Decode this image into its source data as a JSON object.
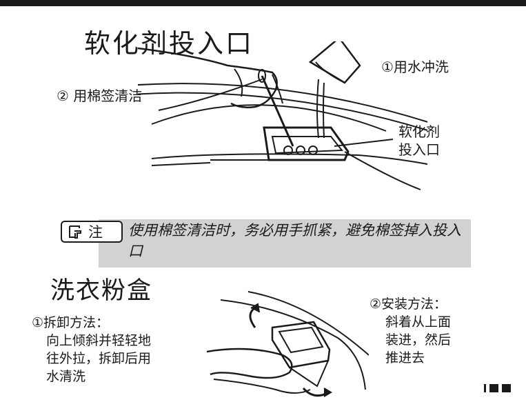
{
  "softener": {
    "title": "软化剂投入口",
    "callout_wash": "①用水冲洗",
    "callout_swab": "②  用棉签清洁",
    "callout_inlet": "软化剂\n投入口"
  },
  "note": {
    "badge": "注",
    "text": "使用棉签清洁时，务必用手抓紧，避免棉签掉入投入口"
  },
  "detergent_box": {
    "title": "洗衣粉盒",
    "remove_heading": "①拆卸方法：",
    "remove_lines": [
      "向上倾斜并轻轻地",
      "往外拉，拆卸后用",
      "水清洗"
    ],
    "install_heading": "②安装方法：",
    "install_lines": [
      "斜着从上面",
      "装进，然后",
      "推进去"
    ]
  },
  "colors": {
    "ink": "#1a1a1a",
    "note_background": "#d2d2d2"
  }
}
